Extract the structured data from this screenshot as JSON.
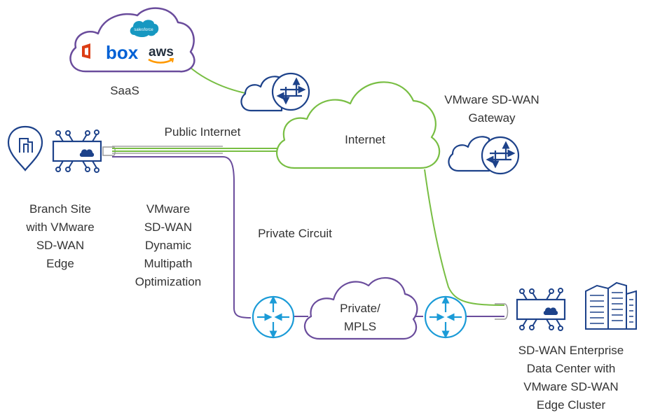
{
  "labels": {
    "saas": "SaaS",
    "gateway": [
      "VMware SD-WAN",
      "Gateway"
    ],
    "public_internet": "Public Internet",
    "internet": "Internet",
    "branch": [
      "Branch Site",
      "with VMware",
      "SD-WAN",
      "Edge"
    ],
    "dmpo": [
      "VMware",
      "SD-WAN",
      "Dynamic",
      "Multipath",
      "Optimization"
    ],
    "private_circuit": "Private Circuit",
    "private_mpls": [
      "Private/",
      "MPLS"
    ],
    "datacenter": [
      "SD-WAN Enterprise",
      "Data Center with",
      "VMware SD-WAN",
      "Edge Cluster"
    ]
  },
  "logos": {
    "salesforce": "salesforce",
    "box": "box",
    "aws": "aws"
  },
  "colors": {
    "green": "#78be43",
    "purple": "#6a4c9c",
    "navy": "#1d428a",
    "blue_accent": "#1b9bd7",
    "text": "#333333",
    "office_red": "#dc3e15",
    "salesforce_blue": "#1798c1",
    "box_blue": "#0061d5",
    "aws_orange": "#ff9900",
    "aws_text": "#232f3e"
  },
  "icons": [
    "saas-cloud-icon",
    "gateway-cloud-icon",
    "internet-cloud-icon",
    "mpls-cloud-icon",
    "branch-location-pin-icon",
    "sdwan-edge-appliance-icon",
    "router-icon",
    "datacenter-building-icon"
  ]
}
